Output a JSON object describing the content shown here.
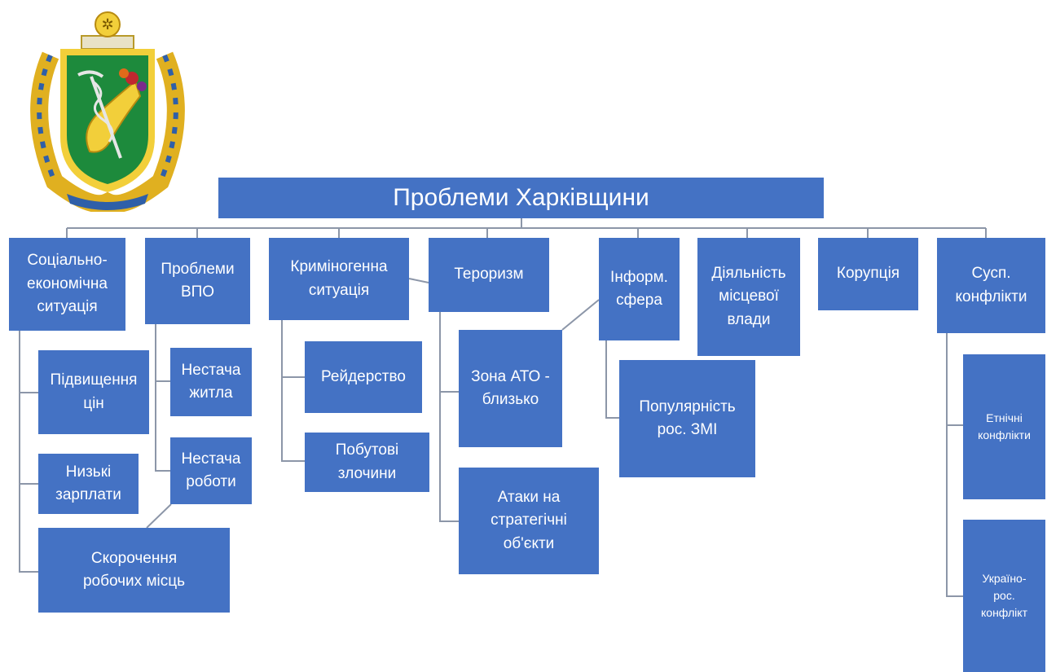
{
  "title": "Проблеми Харківщини",
  "emblem": {
    "name": "Kharkiv oblast coat of arms"
  },
  "colors": {
    "box": "#4472c4",
    "text": "#ffffff",
    "connector": "#8c96a8"
  },
  "categories": {
    "social_economic": "Соціально-\nекономічна\nситуація",
    "vpo": "Проблеми\nВПО",
    "criminal": "Криміногенна\nситуація",
    "terrorism": "Тероризм",
    "inform": "Інформ.\nсфера",
    "local_gov": "Діяльність\nмісцевої\nвлади",
    "corruption": "Корупція",
    "social_conflicts": "Сусп.\nконфлікти"
  },
  "sub": {
    "price_rise": "Підвищення\nцін",
    "low_wages": "Низькі\nзарплати",
    "job_cuts": "Скорочення\nробочих місць",
    "housing_shortage": "Нестача\nжитла",
    "work_shortage": "Нестача\nроботи",
    "raiding": "Рейдерство",
    "domestic_crimes": "Побутові\nзлочини",
    "ato_zone": "Зона АТО -\nблизько",
    "attacks": "Атаки на\nстратегічні\nоб'єкти",
    "russian_media": "Популярність\nрос. ЗМІ",
    "ethnic_conflicts": "Етнічні\nконфлікти",
    "ua_ru_conflict": "Україно-\nрос.\nконфлікт"
  }
}
